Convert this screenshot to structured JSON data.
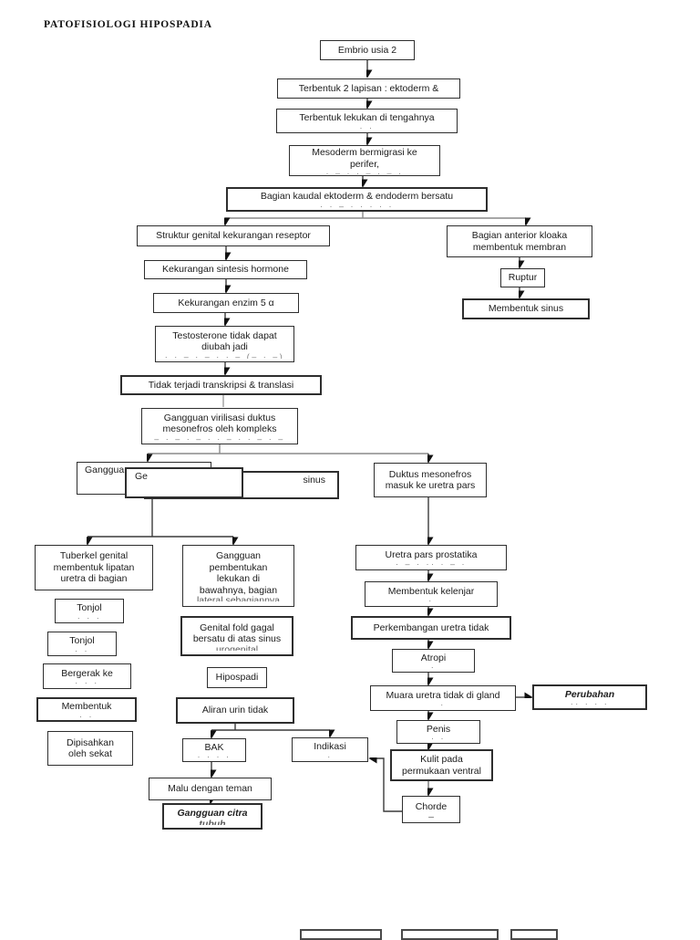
{
  "page": {
    "title": "PATOFISIOLOGI HIPOSPADIA",
    "background_color": "#ffffff",
    "box_border_color": "#2e2e2e",
    "line_color": "#3a3a3a",
    "faded_line_color": "#9a9a9a"
  },
  "nodes": {
    "embrio": {
      "text": "Embrio usia 2"
    },
    "lapisan": {
      "text": "Terbentuk 2 lapisan : ektoderm &"
    },
    "lekukan": {
      "text": "Terbentuk lekukan di tengahnya",
      "clip": "· ·"
    },
    "mesoderm": {
      "text": "Mesoderm bermigrasi ke\nperifer,",
      "clip": "· – · · – · – ·"
    },
    "kaudal": {
      "text": "Bagian kaudal ektoderm & endoderm bersatu",
      "clip": "· · – · · · · ·"
    },
    "struktur": {
      "text": "Struktur genital kekurangan reseptor",
      "clip": "·"
    },
    "sintesis": {
      "text": "Kekurangan sintesis hormone",
      "clip": "·"
    },
    "enzim": {
      "text": "Kekurangan enzim 5 α"
    },
    "testosterone": {
      "text": "Testosterone tidak dapat\ndiubah jadi",
      "clip": "· · – · – · · – (– · –)"
    },
    "transkripsi": {
      "text": "Tidak terjadi transkripsi & translasi"
    },
    "virilisasi": {
      "text": "Gangguan virilisasi duktus\nmesonefros oleh kompleks",
      "clip": "– · – · – · · – · · – · –"
    },
    "anterior": {
      "text": "Bagian anterior kloaka\nmembentuk membran"
    },
    "ruptur": {
      "text": "Ruptur"
    },
    "membentuk_sinus": {
      "text": "Membentuk sinus"
    },
    "gangguan_pe": {
      "text": "Gangguan pe"
    },
    "overlap_ge": {
      "text": "Ge"
    },
    "overlap_sinus": {
      "text": "sinus"
    },
    "duktus": {
      "text": "Duktus mesonefros\nmasuk ke uretra pars"
    },
    "tuberkel": {
      "text": "Tuberkel genital\nmembentuk lipatan\nuretra di bagian"
    },
    "tonjol1": {
      "text": "Tonjol",
      "clip": "· ·  ·"
    },
    "tonjol2": {
      "text": "Tonjol",
      "clip": "· ·"
    },
    "bergerak": {
      "text": "Bergerak ke",
      "clip": "·  · ·"
    },
    "membentuk2": {
      "text": "Membentuk",
      "clip": "· ·"
    },
    "dipisahkan": {
      "text": "Dipisahkan\noleh sekat"
    },
    "gangguan_pembentukan": {
      "text": "Gangguan\npembentukan\nlekukan di\nbawahnya, bagian",
      "clip_word": "lateral sebagiannya"
    },
    "genital_fold": {
      "text": "Genital fold gagal\nbersatu di atas sinus",
      "clip_word": "urogenital"
    },
    "hipospadi": {
      "text": "Hipospadi"
    },
    "aliran": {
      "text": "Aliran urin tidak"
    },
    "bak": {
      "text": "BAK",
      "clip": "·  · ·  ·"
    },
    "indikasi": {
      "text": "Indikasi",
      "clip": "·"
    },
    "malu": {
      "text": "Malu dengan teman"
    },
    "citra": {
      "text": "Gangguan citra",
      "clip_word": "tubuh"
    },
    "uretra_pars": {
      "text": "Uretra pars prostatika",
      "clip": "· – · ·· · – ·"
    },
    "kelenjar": {
      "text": "Membentuk kelenjar",
      "clip": "·"
    },
    "perkembangan": {
      "text": "Perkembangan uretra tidak"
    },
    "atropi": {
      "text": "Atropi",
      "clip": "·"
    },
    "muara": {
      "text": "Muara uretra tidak di gland",
      "clip": "·"
    },
    "perubahan": {
      "text": "Perubahan",
      "clip": "··  ·   ·   ·"
    },
    "penis": {
      "text": "Penis",
      "clip": "· ·"
    },
    "kulit": {
      "text": "Kulit pada\npermukaan ventral"
    },
    "chorde": {
      "text": "Chorde",
      "clip_word": "–"
    }
  }
}
